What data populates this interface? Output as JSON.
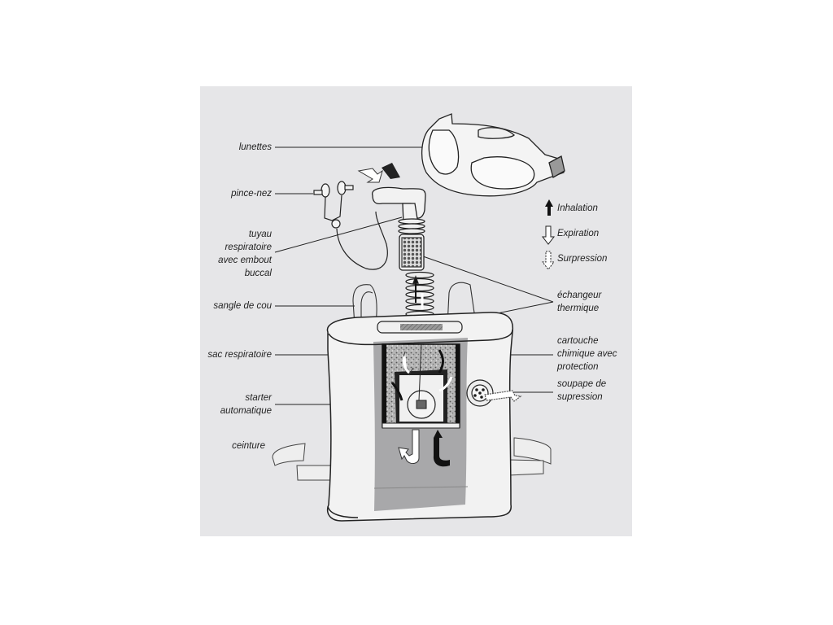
{
  "diagram": {
    "background_color": "#e6e6e8",
    "labels_left": [
      {
        "id": "lunettes",
        "text": "lunettes"
      },
      {
        "id": "pince_nez",
        "text": "pince-nez"
      },
      {
        "id": "tuyau",
        "lines": [
          "tuyau",
          "respiratoire",
          "avec embout",
          "buccal"
        ]
      },
      {
        "id": "sangle",
        "text": "sangle de cou"
      },
      {
        "id": "sac",
        "text": "sac respiratoire"
      },
      {
        "id": "starter",
        "lines": [
          "starter",
          "automatique"
        ]
      },
      {
        "id": "ceinture",
        "text": "ceinture"
      }
    ],
    "labels_right": [
      {
        "id": "echangeur",
        "lines": [
          "échangeur",
          "thermique"
        ]
      },
      {
        "id": "cartouche",
        "lines": [
          "cartouche",
          "chimique avec",
          "protection"
        ]
      },
      {
        "id": "soupape",
        "lines": [
          "soupape de",
          "supression"
        ]
      }
    ],
    "legend": [
      {
        "icon": "solid-black-arrow-up",
        "label": "Inhalation"
      },
      {
        "icon": "outline-arrow-down",
        "label": "Expiration"
      },
      {
        "icon": "dashed-arrow-down",
        "label": "Surpression"
      }
    ],
    "colors": {
      "line": "#222222",
      "housing_fill": "#f2f2f2",
      "front_panel": "#a8a8aa",
      "granule": "#8a8a8a"
    }
  }
}
